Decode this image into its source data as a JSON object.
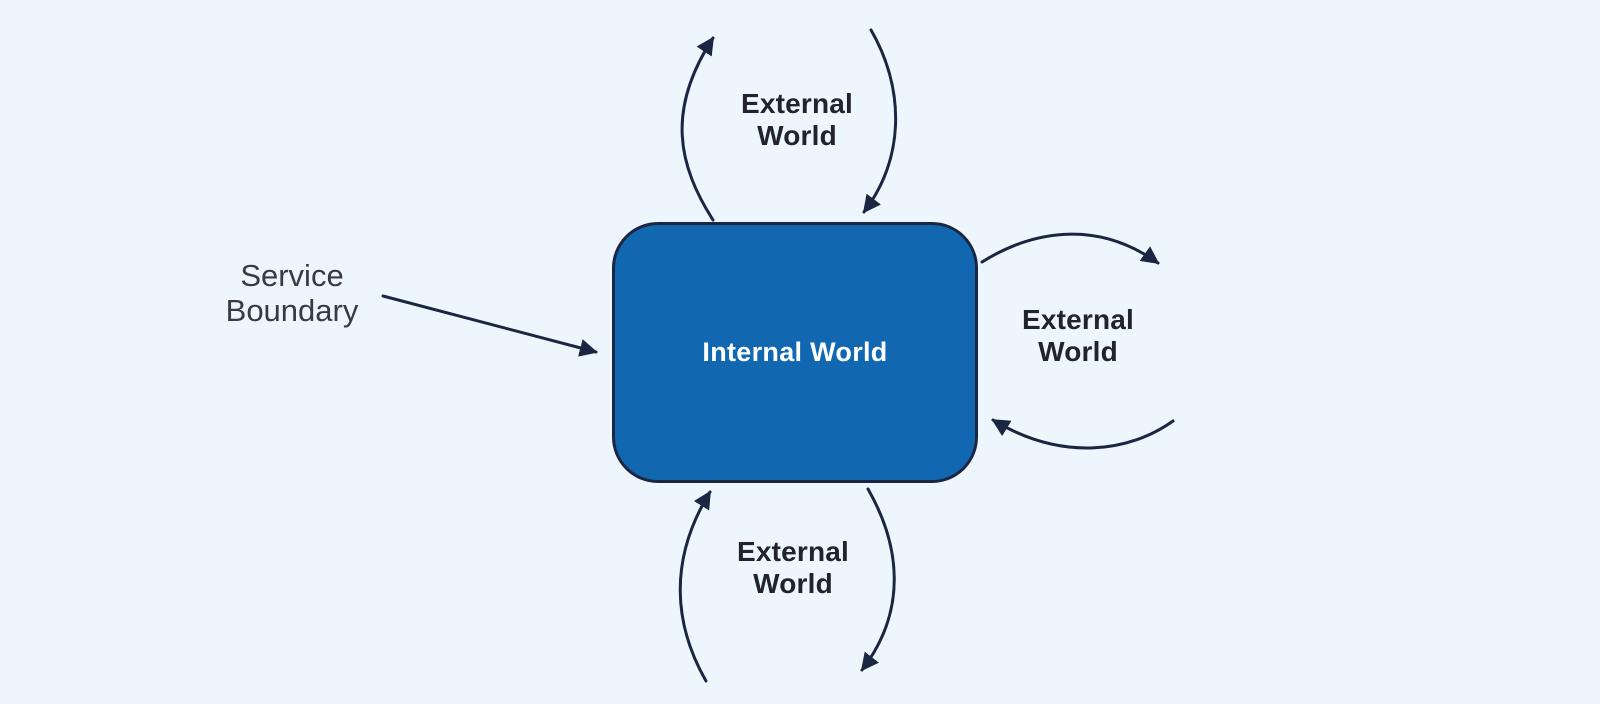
{
  "diagram": {
    "type": "flow-diagram",
    "title_implicit": "Service boundary between internal and external worlds",
    "colors": {
      "background": "#EEF6FD",
      "node_fill": "#1168B1",
      "node_border": "#1B2642",
      "node_text": "#FFFFFF",
      "arrow": "#1B2642",
      "label_text": "#23232D",
      "annotation_text": "#393941"
    },
    "node": {
      "label": "Internal World"
    },
    "labels": {
      "top": "External\nWorld",
      "right": "External\nWorld",
      "bottom": "External\nWorld",
      "annotation": "Service\nBoundary"
    },
    "edges": [
      {
        "from": "internal-world",
        "to": "external-world-top",
        "direction": "outbound"
      },
      {
        "from": "external-world-top",
        "to": "internal-world",
        "direction": "inbound"
      },
      {
        "from": "internal-world",
        "to": "external-world-right",
        "direction": "outbound"
      },
      {
        "from": "external-world-right",
        "to": "internal-world",
        "direction": "inbound"
      },
      {
        "from": "external-world-bottom",
        "to": "internal-world",
        "direction": "inbound"
      },
      {
        "from": "internal-world",
        "to": "external-world-bottom",
        "direction": "outbound"
      },
      {
        "from": "service-boundary-annotation",
        "to": "internal-world",
        "direction": "pointer"
      }
    ]
  }
}
